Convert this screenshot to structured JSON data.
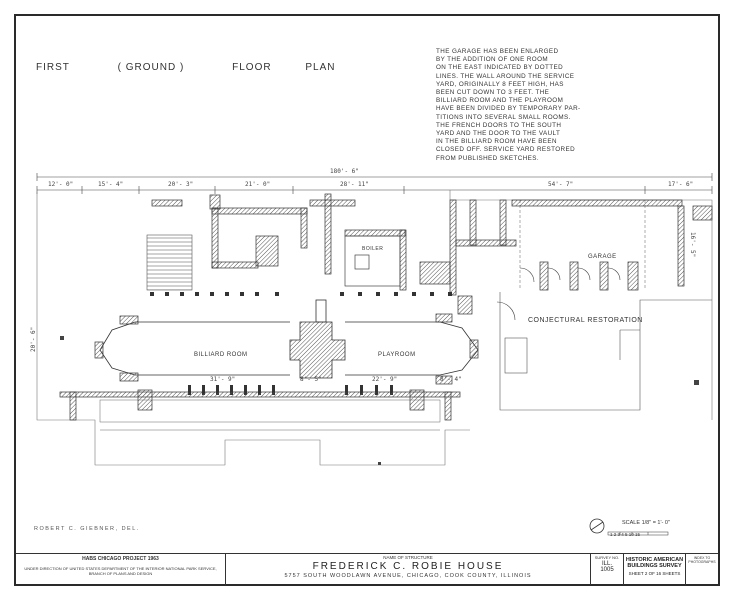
{
  "drawing": {
    "title_words": [
      "FIRST",
      "( GROUND )",
      "FLOOR",
      "PLAN"
    ],
    "notes_lines": [
      "THE GARAGE HAS BEEN ENLARGED",
      "BY THE ADDITION OF ONE ROOM",
      "ON THE EAST INDICATED BY DOTTED",
      "LINES. THE WALL AROUND THE SERVICE",
      "YARD, ORIGINALLY 8 FEET HIGH, HAS",
      "BEEN CUT DOWN TO 3 FEET. THE",
      "BILLIARD ROOM AND THE PLAYROOM",
      "HAVE BEEN DIVIDED BY TEMPORARY PAR-",
      "TITIONS INTO SEVERAL SMALL ROOMS.",
      "THE FRENCH DOORS TO THE SOUTH",
      "YARD AND THE DOOR TO THE VAULT",
      "IN THE BILLIARD ROOM HAVE BEEN",
      "CLOSED OFF. SERVICE YARD RESTORED",
      "FROM PUBLISHED SKETCHES."
    ],
    "overall_dimension": "180'- 6\"",
    "top_dimensions": [
      "12'- 0\"",
      "15'- 4\"",
      "20'- 3\"",
      "21'- 0\"",
      "28'- 11\"",
      "54'- 7\"",
      "17'- 6\""
    ],
    "room_labels": {
      "billiard": "BILLIARD ROOM",
      "playroom": "PLAYROOM",
      "garage": "GARAGE",
      "boiler": "BOILER",
      "conjectural": "CONJECTURAL RESTORATION"
    },
    "bottom_dimensions": [
      "31'- 9\"",
      "8'- 5\"",
      "22'- 9\"",
      "8'- 4\""
    ],
    "left_dimension": "20'- 6\"",
    "right_dimension": "16'- 5\"",
    "drafter": "ROBERT C. GIEBNER, DEL.",
    "scale_text": "SCALE 1/8\" = 1'- 0\"",
    "scale_ticks": "1 2 3 4 5     10     15"
  },
  "title_block": {
    "project": "HABS CHICAGO PROJECT 1963",
    "agency": "UNDER DIRECTION OF UNITED STATES DEPARTMENT OF THE INTERIOR NATIONAL PARK SERVICE, BRANCH OF PLANS AND DESIGN",
    "name_caption": "NAME OF STRUCTURE",
    "structure_name": "FREDERICK C. ROBIE HOUSE",
    "address": "5757 SOUTH WOODLAWN AVENUE, CHICAGO, COOK COUNTY, ILLINOIS",
    "survey_caption": "SURVEY NO.",
    "survey_state": "ILL.",
    "survey_no": "1005",
    "habs_line1": "HISTORIC AMERICAN",
    "habs_line2": "BUILDINGS SURVEY",
    "sheet_text": "SHEET 2 OF 16 SHEETS",
    "corner_caption": "INDEX TO PHOTOGRAPHS"
  }
}
